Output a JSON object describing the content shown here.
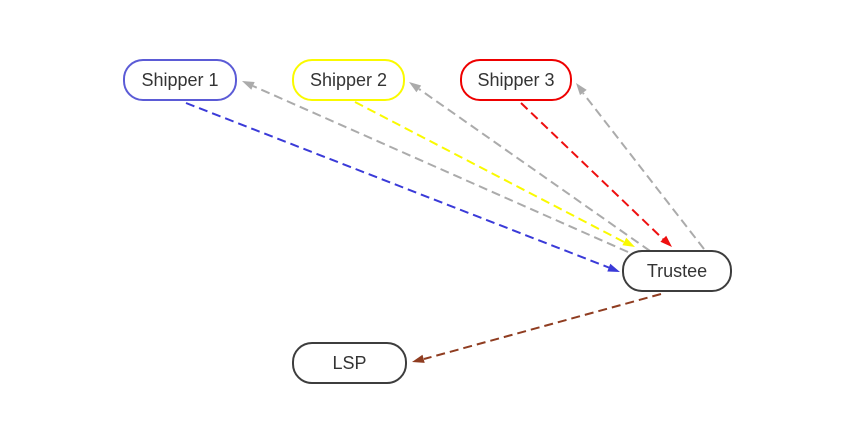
{
  "diagram": {
    "background_color": "#ffffff",
    "text_color": "#343434",
    "nodes": [
      {
        "id": "shipper1",
        "label": "Shipper 1",
        "border_color": "#5b5bd6"
      },
      {
        "id": "shipper2",
        "label": "Shipper 2",
        "border_color": "#fafa00"
      },
      {
        "id": "shipper3",
        "label": "Shipper 3",
        "border_color": "#ee0000"
      },
      {
        "id": "trustee",
        "label": "Trustee",
        "border_color": "#3d3d3d"
      },
      {
        "id": "lsp",
        "label": "LSP",
        "border_color": "#3d3d3d"
      }
    ],
    "edges": [
      {
        "from": "shipper1",
        "to": "trustee",
        "color": "#3a3ad8",
        "style": "dashed"
      },
      {
        "from": "shipper2",
        "to": "trustee",
        "color": "#fafa00",
        "style": "dashed"
      },
      {
        "from": "shipper3",
        "to": "trustee",
        "color": "#ee0f0f",
        "style": "dashed"
      },
      {
        "from": "trustee",
        "to": "shipper1",
        "color": "#ababab",
        "style": "dashed"
      },
      {
        "from": "trustee",
        "to": "shipper2",
        "color": "#ababab",
        "style": "dashed"
      },
      {
        "from": "trustee",
        "to": "shipper3",
        "color": "#ababab",
        "style": "dashed"
      },
      {
        "from": "trustee",
        "to": "lsp",
        "color": "#8f3c20",
        "style": "dashed"
      }
    ]
  }
}
